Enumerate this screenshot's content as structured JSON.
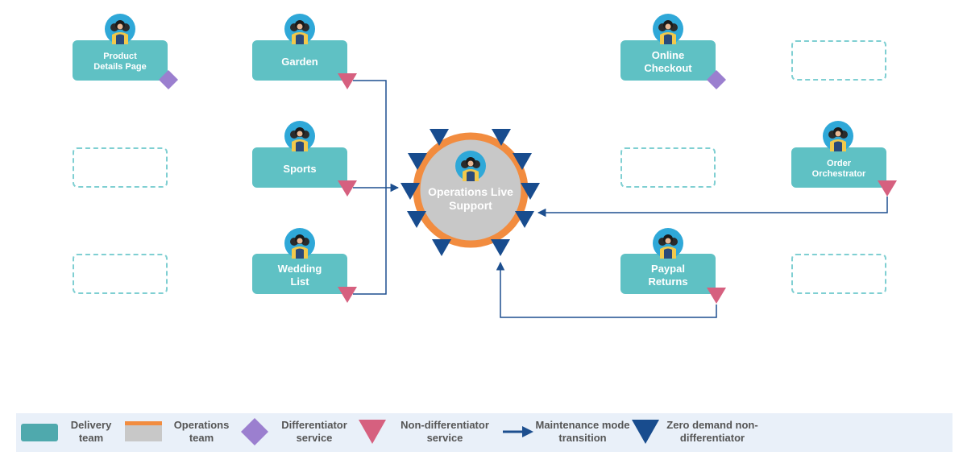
{
  "teams": {
    "product_details": "Product Details Page",
    "garden": "Garden",
    "sports": "Sports",
    "wedding": "Wedding List",
    "online_checkout": "Online Checkout",
    "order_orchestrator": "Order Orchestrator",
    "paypal_returns": "Paypal Returns"
  },
  "operations": {
    "label": "Operations Live Support"
  },
  "legend": {
    "delivery": "Delivery team",
    "operations": "Operations team",
    "differentiator": "Differentiator service",
    "non_differentiator": "Non-differentiator service",
    "maintenance": "Maintenance mode transition",
    "zero_demand": "Zero demand non-differentiator"
  },
  "colors": {
    "delivery_team": "#5fc1c4",
    "operations_ring": "#f28c3f",
    "operations_fill": "#c8c8c8",
    "differentiator": "#9b7fcf",
    "non_differentiator": "#d6607f",
    "zero_demand": "#184c8e",
    "arrow": "#1d4f8f"
  },
  "icons": [
    "team-avatar-icon",
    "diamond-icon",
    "triangle-icon",
    "arrow-icon"
  ]
}
